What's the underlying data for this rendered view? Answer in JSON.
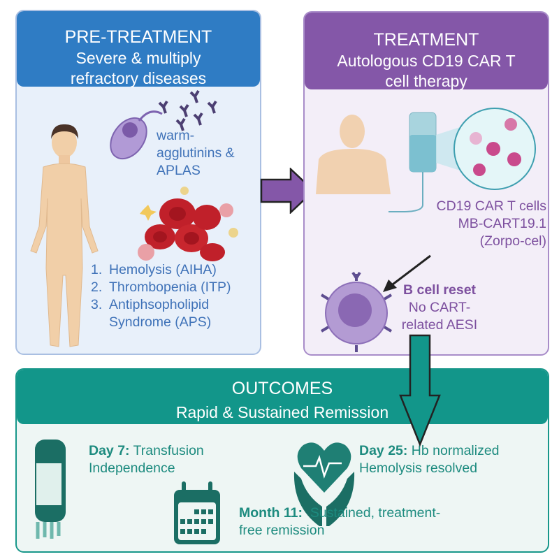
{
  "pre_treatment": {
    "title": "PRE-TREATMENT",
    "subtitle_line1": "Severe & multiply",
    "subtitle_line2": "refractory diseases",
    "antibody_label_line1": "warm-",
    "antibody_label_line2": "agglutinins &",
    "antibody_label_line3": "APLAS",
    "diseases": [
      {
        "num": "1.",
        "text": "Hemolysis (AIHA)"
      },
      {
        "num": "2.",
        "text": "Thrombopenia (ITP)"
      },
      {
        "num": "3.",
        "text": "Antiphsopholipid",
        "text2": "Syndrome (APS)"
      }
    ]
  },
  "treatment": {
    "title": "TREATMENT",
    "subtitle_line1": "Autologous CD19 CAR T",
    "subtitle_line2": "cell therapy",
    "product_line1": "CD19 CAR T cells",
    "product_line2": "MB-CART19.1",
    "product_line3": "(Zorpo-cel)",
    "reset_title": "B cell reset",
    "reset_line1": "No CART-",
    "reset_line2": "related AESI"
  },
  "outcomes": {
    "title": "OUTCOMES",
    "subtitle": "Rapid & Sustained Remission",
    "items": [
      {
        "label": "Day 7:",
        "line1": " Transfusion",
        "line2": "Independence",
        "icon": "blood-bag-icon"
      },
      {
        "label": "Day 25:",
        "line1": " Hb normalized",
        "line2": "Hemolysis resolved",
        "icon": "heart-hands-icon"
      },
      {
        "label": "Month 11:",
        "line1": "  Sustained, treatment-",
        "line2": "free remission",
        "icon": "calendar-icon"
      }
    ]
  },
  "colors": {
    "pre": "#2f7cc4",
    "treatment": "#8457a8",
    "outcomes": "#12968a"
  }
}
